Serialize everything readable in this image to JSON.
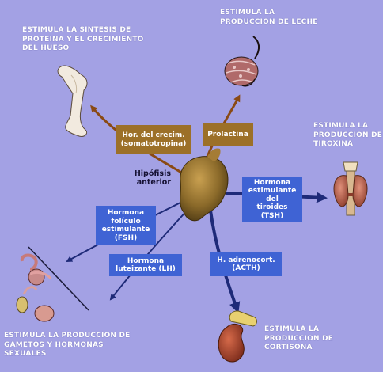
{
  "center_label": "Hipófisis\nanterior",
  "hormones": {
    "growth": "Hor. del crecim.\n(somatotropina)",
    "prolactin": "Prolactina",
    "tsh": "Hormona\nestimulante\ndel\ntiroides\n(TSH)",
    "fsh": "Hormona\nfolículo\nestimulante\n(FSH)",
    "lh": "Hormona\nluteizante (LH)",
    "acth": "H. adrenocort.\n(ACTH)"
  },
  "effects": {
    "bone": "ESTIMULA LA SINTESIS DE\nPROTEINA Y EL CRECIMIENTO\nDEL HUESO",
    "milk": "ESTIMULA LA\nPRODUCCION DE LECHE",
    "thyroid": "ESTIMULA LA\nPRODUCCION DE\nTIROXINA",
    "gonads": "ESTIMULA LA PRODUCCION DE\nGAMETOS Y HORMONAS\nSEXUALES",
    "adrenal": "ESTIMULA LA\nPRODUCCION DE\nCORTISONA"
  },
  "organs": [
    "bone",
    "mammary gland",
    "thyroid gland",
    "gonads",
    "kidney with adrenal gland"
  ],
  "colors": {
    "background": "#a3a1e4",
    "arrow_blue": "#1e2a78",
    "arrow_brown": "#8a4a14",
    "box_blue": "#3f63d4",
    "box_tan": "#9c7028",
    "pituitary": "#8b6a2a"
  }
}
